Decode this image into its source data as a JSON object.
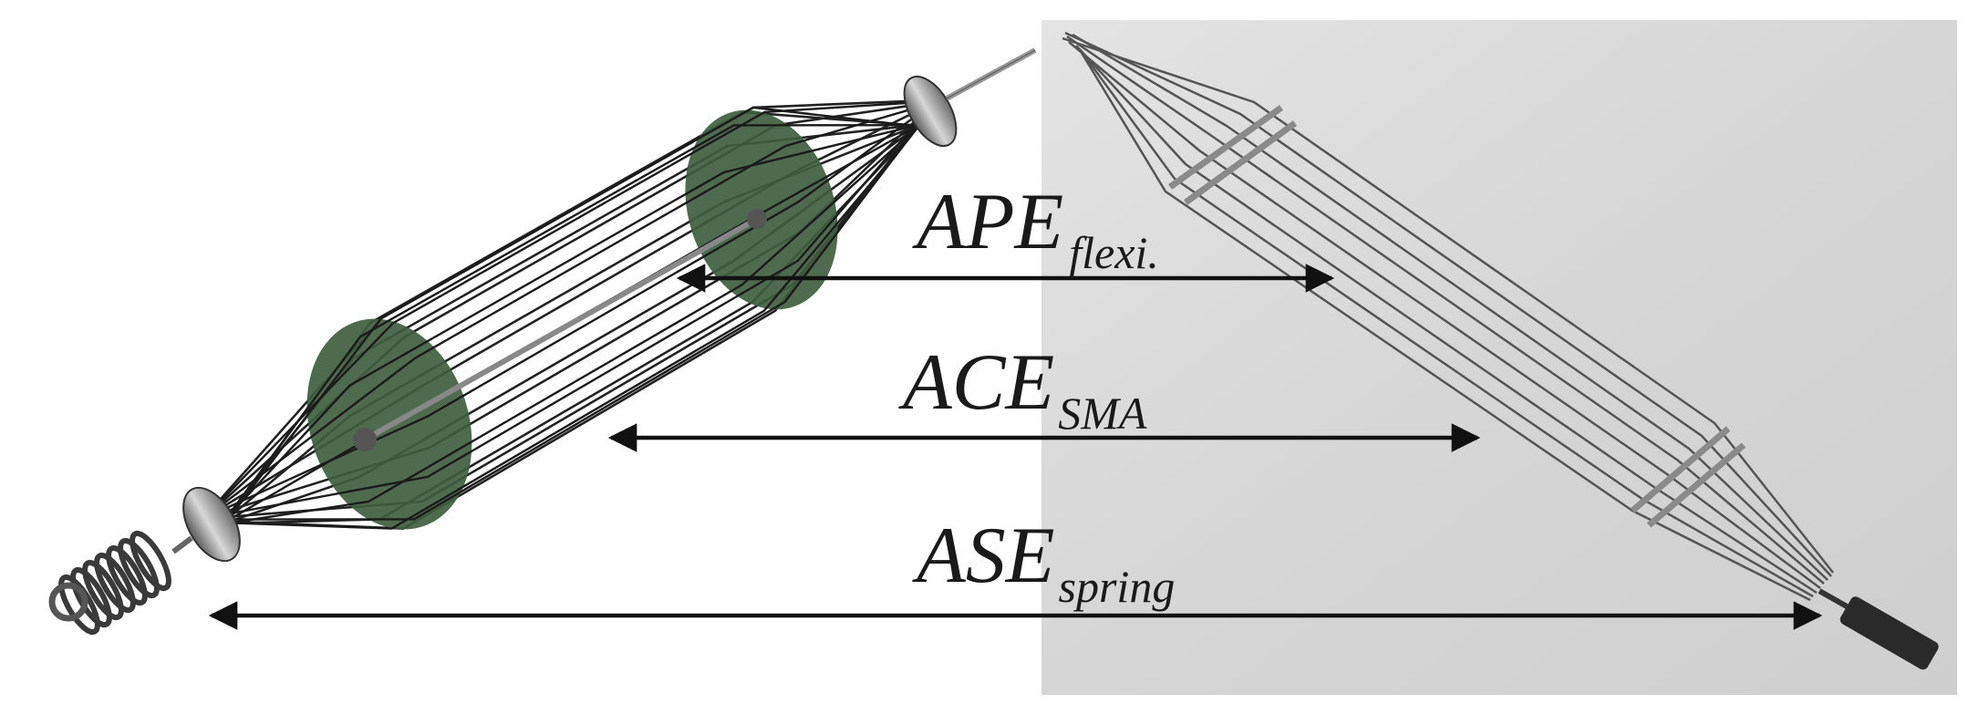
{
  "labels": {
    "ape": {
      "main": "APE",
      "sub": "flexi."
    },
    "ace": {
      "main": "ACE",
      "sub": "SMA"
    },
    "ase": {
      "main": "ASE",
      "sub": "spring"
    }
  },
  "colors": {
    "membrane": "#3f5e40",
    "photo_background": "#d9d9d9",
    "arrow": "#111111"
  }
}
